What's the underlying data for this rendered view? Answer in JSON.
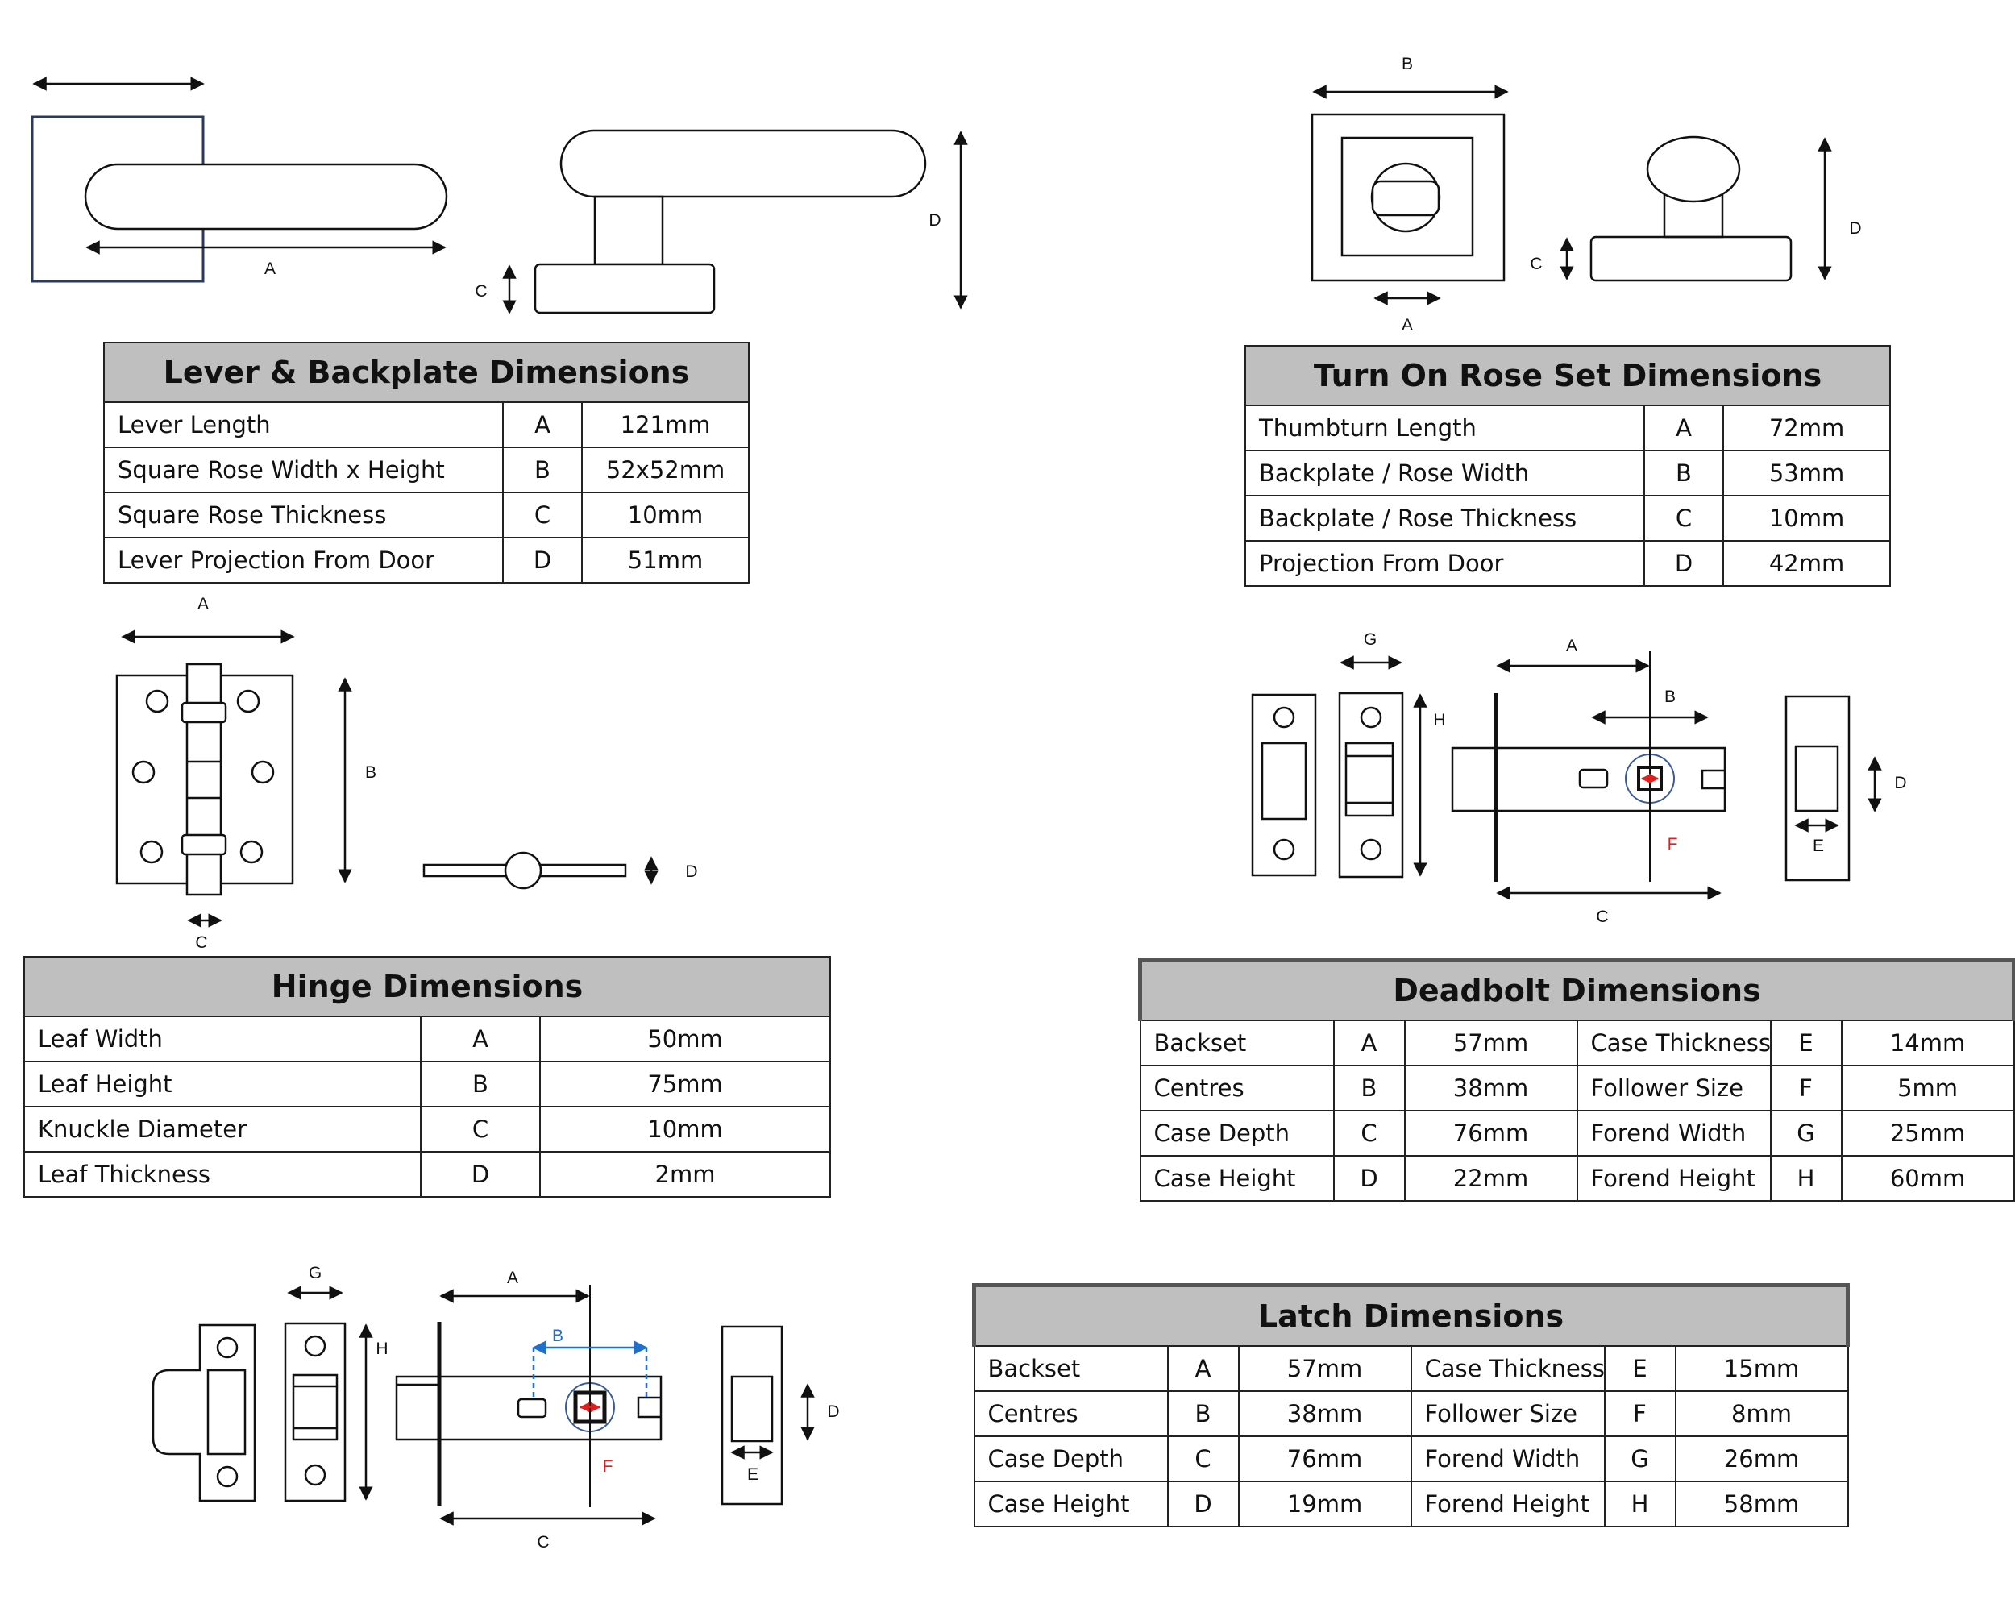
{
  "lever": {
    "labels": {
      "A": "A",
      "C": "C",
      "D": "D"
    },
    "table": {
      "title": "Lever & Backplate Dimensions",
      "rows": [
        {
          "label": "Lever Length",
          "code": "A",
          "value": "121mm"
        },
        {
          "label": "Square Rose Width x Height",
          "code": "B",
          "value": "52x52mm"
        },
        {
          "label": "Square Rose Thickness",
          "code": "C",
          "value": "10mm"
        },
        {
          "label": "Lever Projection From Door",
          "code": "D",
          "value": "51mm"
        }
      ]
    }
  },
  "turn": {
    "labels": {
      "A": "A",
      "B": "B",
      "C": "C",
      "D": "D"
    },
    "table": {
      "title": "Turn On Rose Set Dimensions",
      "rows": [
        {
          "label": "Thumbturn Length",
          "code": "A",
          "value": "72mm"
        },
        {
          "label": "Backplate / Rose Width",
          "code": "B",
          "value": "53mm"
        },
        {
          "label": "Backplate / Rose Thickness",
          "code": "C",
          "value": "10mm"
        },
        {
          "label": "Projection From Door",
          "code": "D",
          "value": "42mm"
        }
      ]
    }
  },
  "hinge": {
    "labels": {
      "A": "A",
      "B": "B",
      "C": "C",
      "D": "D"
    },
    "table": {
      "title": "Hinge Dimensions",
      "rows": [
        {
          "label": "Leaf Width",
          "code": "A",
          "value": "50mm"
        },
        {
          "label": "Leaf Height",
          "code": "B",
          "value": "75mm"
        },
        {
          "label": "Knuckle Diameter",
          "code": "C",
          "value": "10mm"
        },
        {
          "label": "Leaf Thickness",
          "code": "D",
          "value": "2mm"
        }
      ]
    }
  },
  "deadbolt": {
    "labels": {
      "A": "A",
      "B": "B",
      "C": "C",
      "D": "D",
      "E": "E",
      "F": "F",
      "G": "G",
      "H": "H"
    },
    "table": {
      "title": "Deadbolt Dimensions",
      "rows": [
        {
          "l1": "Backset",
          "c1": "A",
          "v1": "57mm",
          "l2": "Case Thickness",
          "c2": "E",
          "v2": "14mm"
        },
        {
          "l1": "Centres",
          "c1": "B",
          "v1": "38mm",
          "l2": "Follower Size",
          "c2": "F",
          "v2": "5mm"
        },
        {
          "l1": "Case Depth",
          "c1": "C",
          "v1": "76mm",
          "l2": "Forend Width",
          "c2": "G",
          "v2": "25mm"
        },
        {
          "l1": "Case Height",
          "c1": "D",
          "v1": "22mm",
          "l2": "Forend Height",
          "c2": "H",
          "v2": "60mm"
        }
      ]
    }
  },
  "latch": {
    "labels": {
      "A": "A",
      "B": "B",
      "C": "C",
      "D": "D",
      "E": "E",
      "F": "F",
      "G": "G",
      "H": "H"
    },
    "table": {
      "title": "Latch Dimensions",
      "rows": [
        {
          "l1": "Backset",
          "c1": "A",
          "v1": "57mm",
          "l2": "Case Thickness",
          "c2": "E",
          "v2": "15mm"
        },
        {
          "l1": "Centres",
          "c1": "B",
          "v1": "38mm",
          "l2": "Follower Size",
          "c2": "F",
          "v2": "8mm"
        },
        {
          "l1": "Case Depth",
          "c1": "C",
          "v1": "76mm",
          "l2": "Forend Width",
          "c2": "G",
          "v2": "26mm"
        },
        {
          "l1": "Case Height",
          "c1": "D",
          "v1": "19mm",
          "l2": "Forend Height",
          "c2": "H",
          "v2": "58mm"
        }
      ]
    }
  },
  "colors": {
    "header_fill": "#bfbfbf",
    "accent_red": "#e02020",
    "accent_blue": "#1f6fd0",
    "outline": "#222222"
  }
}
